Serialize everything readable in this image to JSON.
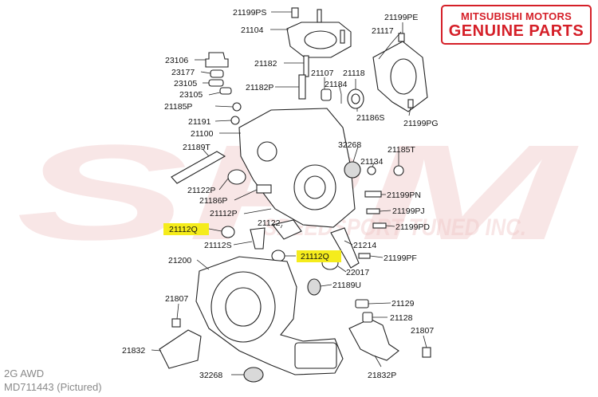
{
  "watermark": {
    "big": "SPM",
    "small": "SPEEDSPORT TUNED INC."
  },
  "badge": {
    "line1": "MITSUBISHI MOTORS",
    "line2": "GENUINE PARTS",
    "color": "#d51f28"
  },
  "caption": {
    "line1": "2G AWD",
    "line2": "MD711443  (Pictured)"
  },
  "highlight_color": "#f5ec1c",
  "labels": [
    {
      "id": "21199PS",
      "text": "21199PS"
    },
    {
      "id": "21104",
      "text": "21104"
    },
    {
      "id": "21199PE",
      "text": "21199PE"
    },
    {
      "id": "21117",
      "text": "21117"
    },
    {
      "id": "23106",
      "text": "23106"
    },
    {
      "id": "21182",
      "text": "21182"
    },
    {
      "id": "23177",
      "text": "23177"
    },
    {
      "id": "21107",
      "text": "21107"
    },
    {
      "id": "21118",
      "text": "21118"
    },
    {
      "id": "23105a",
      "text": "23105"
    },
    {
      "id": "21182P",
      "text": "21182P"
    },
    {
      "id": "21184",
      "text": "21184"
    },
    {
      "id": "23105b",
      "text": "23105"
    },
    {
      "id": "21185P",
      "text": "21185P"
    },
    {
      "id": "21186S",
      "text": "21186S"
    },
    {
      "id": "21199PG",
      "text": "21199PG"
    },
    {
      "id": "21191",
      "text": "21191"
    },
    {
      "id": "21100",
      "text": "21100"
    },
    {
      "id": "32268a",
      "text": "32268"
    },
    {
      "id": "21185T",
      "text": "21185T"
    },
    {
      "id": "21189T",
      "text": "21189T"
    },
    {
      "id": "21134",
      "text": "21134"
    },
    {
      "id": "21122P",
      "text": "21122P"
    },
    {
      "id": "21199PN",
      "text": "21199PN"
    },
    {
      "id": "21186P",
      "text": "21186P"
    },
    {
      "id": "21112P",
      "text": "21112P"
    },
    {
      "id": "21199PJ",
      "text": "21199PJ"
    },
    {
      "id": "21112Qa",
      "text": "21112Q",
      "highlight": true
    },
    {
      "id": "21122",
      "text": "21122"
    },
    {
      "id": "21199PD",
      "text": "21199PD"
    },
    {
      "id": "21112S",
      "text": "21112S"
    },
    {
      "id": "21214",
      "text": "21214"
    },
    {
      "id": "21112Qb",
      "text": "21112Q",
      "highlight": true
    },
    {
      "id": "21199PF",
      "text": "21199PF"
    },
    {
      "id": "21200",
      "text": "21200"
    },
    {
      "id": "22017",
      "text": "22017"
    },
    {
      "id": "21189U",
      "text": "21189U"
    },
    {
      "id": "21807a",
      "text": "21807"
    },
    {
      "id": "21129",
      "text": "21129"
    },
    {
      "id": "21128",
      "text": "21128"
    },
    {
      "id": "21807b",
      "text": "21807"
    },
    {
      "id": "21832",
      "text": "21832"
    },
    {
      "id": "32268b",
      "text": "32268"
    },
    {
      "id": "21832P",
      "text": "21832P"
    }
  ]
}
